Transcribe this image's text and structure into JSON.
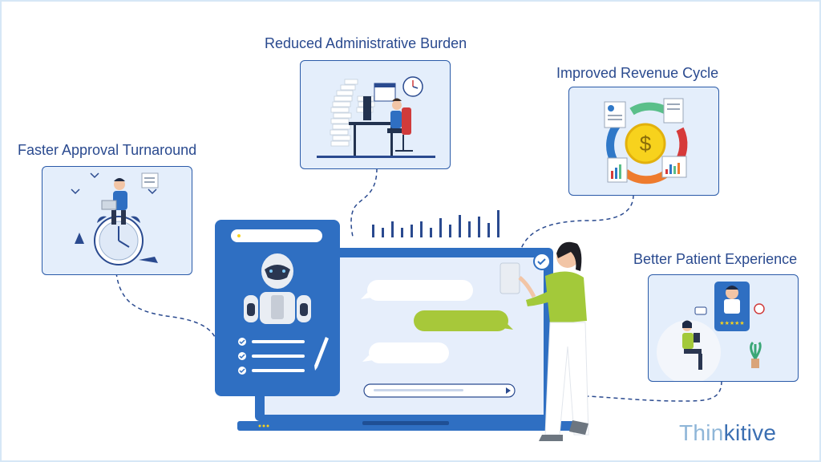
{
  "features": [
    {
      "label": "Reduced Administrative Burden",
      "illustration": "doctor-at-desk-with-paper-stacks"
    },
    {
      "label": "Improved Revenue Cycle",
      "illustration": "dollar-coin-cycle-arrows"
    },
    {
      "label": "Faster Approval Turnaround",
      "illustration": "man-on-alarm-clock"
    },
    {
      "label": "Better Patient Experience",
      "illustration": "patient-with-doctor-rating"
    }
  ],
  "brand": {
    "logo_part1": "Thin",
    "logo_part2": "kitive"
  },
  "colors": {
    "accent_blue": "#2f6fc2",
    "dark_blue": "#2a4a8f",
    "card_bg": "#e4eefb",
    "chat_green": "#a7c83a",
    "shirt_green": "#a3c93a"
  },
  "icons": [
    "robot-icon",
    "checklist-icon",
    "pencil-icon",
    "checkmark-badge-icon",
    "send-icon",
    "bar-chart-icon"
  ]
}
